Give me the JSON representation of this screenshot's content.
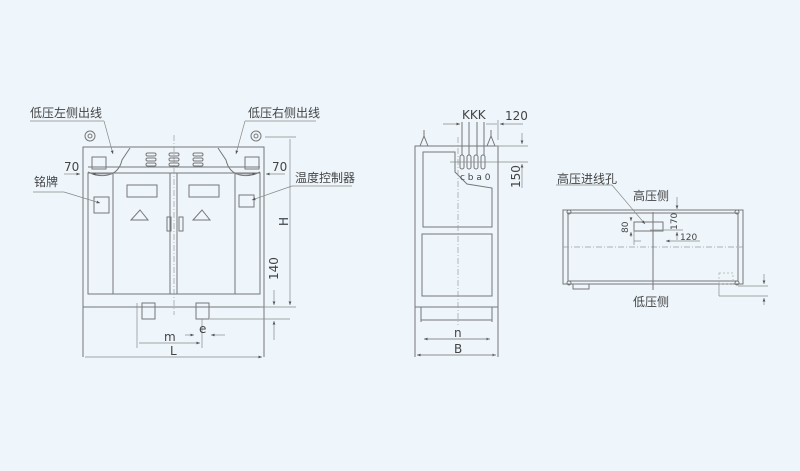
{
  "front_view": {
    "label_lv_left_outlet": "低压左侧出线",
    "label_lv_right_outlet": "低压右侧出线",
    "label_nameplate": "铭牌",
    "label_temp_controller": "温度控制器",
    "dim_left_70": "70",
    "dim_right_70": "70",
    "dim_height": "H",
    "dim_140": "140",
    "dim_m": "m",
    "dim_e": "e",
    "dim_length": "L"
  },
  "side_view": {
    "label_kkk": "KKK",
    "dim_120": "120",
    "dim_150": "150",
    "terminal_labels": "c b a 0",
    "dim_n": "n",
    "dim_width": "B"
  },
  "plan_view": {
    "label_hv_inlet_hole": "高压进线孔",
    "label_hv_side": "高压侧",
    "label_lv_side": "低压侧",
    "dim_170": "170",
    "dim_80": "80",
    "dim_120": "120"
  },
  "colors": {
    "background": "#eef6fc",
    "line": "#777777",
    "text": "#444444"
  }
}
